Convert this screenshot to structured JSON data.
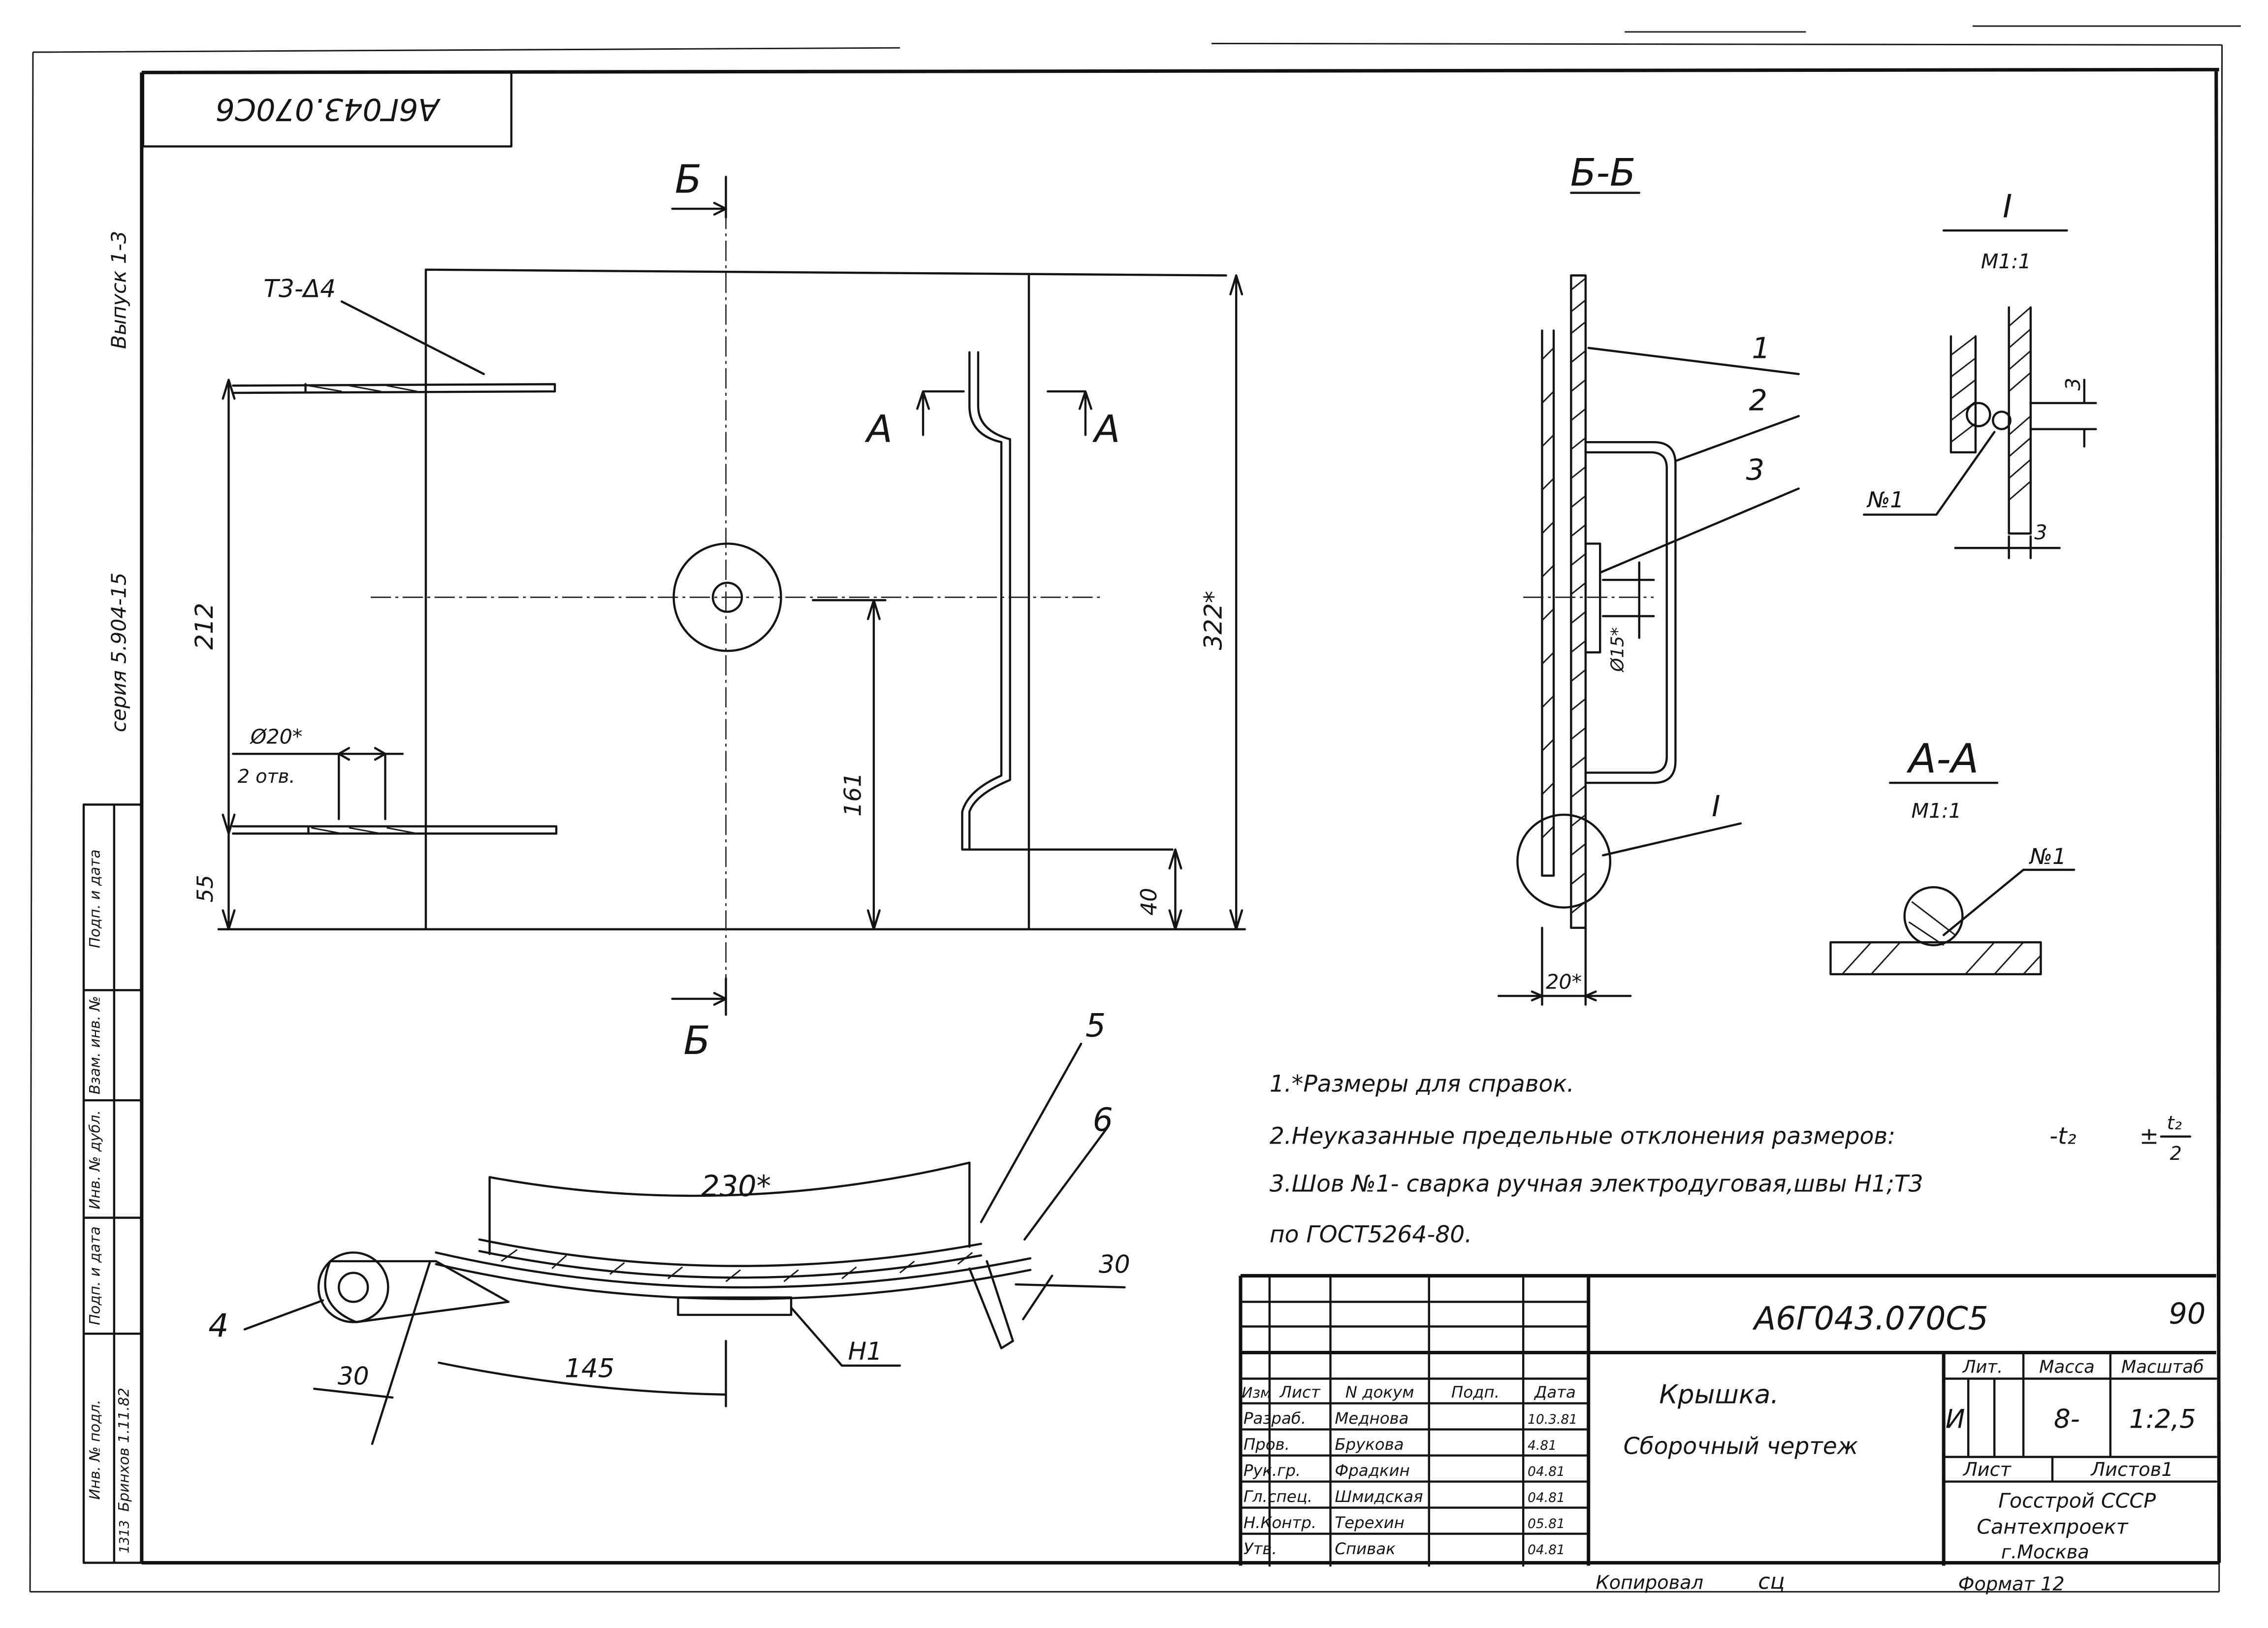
{
  "stamp_code": "А6Г043.070С6",
  "side": {
    "issue": "Выпуск 1-3",
    "series": "серия 5.904-15"
  },
  "margin_labels": [
    "Подп. и дата",
    "Взам. инв. №",
    "Инв. № дубл.",
    "Подп. и дата",
    "Инв. № подл."
  ],
  "margin_entries": [
    "Бринхов 1.11.82",
    "1313"
  ],
  "plan": {
    "section_mark": "Б",
    "callout_weld": "Т3-Δ4",
    "holes": "Ø20*",
    "holes_count": "2 отв.",
    "dims": {
      "height": "322*",
      "span": "212",
      "center": "161",
      "bottom": "55",
      "handle_offset": "40"
    },
    "arrow_mark": "А"
  },
  "section_bb": {
    "title": "Б-Б",
    "leaders": [
      "1",
      "2",
      "3"
    ],
    "dia": "Ø15*",
    "width": "20*",
    "detail_ref": "I"
  },
  "detail_i": {
    "title": "I",
    "scale": "М1:1",
    "weld": "№1",
    "dim_v": "3",
    "dim_h": "3"
  },
  "section_aa": {
    "title": "А-А",
    "scale": "М1:1",
    "weld": "№1"
  },
  "arc_view": {
    "arc_dim": "230*",
    "arc_dim2": "145",
    "dim_left": "30",
    "dim_right": "30",
    "leaders": [
      "4",
      "5",
      "6",
      "Н1"
    ]
  },
  "notes": [
    "1.*Размеры для справок.",
    "2.Неуказанные предельные отклонения размеров:",
    "3.Шов №1- сварка ручная электродуговая,швы Н1;Т3",
    "по ГОСТ5264-80."
  ],
  "tolerance": {
    "hole": "-t₂",
    "shaft": "±",
    "num": "t₂",
    "den": "2"
  },
  "title_block": {
    "code": "А6Г043.070С5",
    "sheet_mark": "90",
    "name": "Крышка.",
    "subname": "Сборочный чертеж",
    "header": [
      "Изм",
      "Лист",
      "N докум",
      "Подп.",
      "Дата"
    ],
    "roles": [
      {
        "role": "Разраб.",
        "name": "Меднова",
        "date": "10.3.81"
      },
      {
        "role": "Пров.",
        "name": "Брукова",
        "date": "4.81"
      },
      {
        "role": "Рук.гр.",
        "name": "Фрадкин",
        "date": "04.81"
      },
      {
        "role": "Гл.спец.",
        "name": "Шмидская",
        "date": "04.81"
      },
      {
        "role": "Н.Контр.",
        "name": "Терехин",
        "date": "05.81"
      },
      {
        "role": "Утв.",
        "name": "Спивак",
        "date": "04.81"
      }
    ],
    "lit_label": "Лит.",
    "mass_label": "Масса",
    "scale_label": "Масштаб",
    "lit": "И",
    "mass": "8-",
    "scale": "1:2,5",
    "sheet_label": "Лист",
    "sheets_label": "Листов1",
    "org": [
      "Госстрой СССР",
      "Сантехпроект",
      "г.Москва"
    ]
  },
  "footer": {
    "copied": "Копировал",
    "copied_sign": "сц",
    "format": "Формат 12"
  }
}
